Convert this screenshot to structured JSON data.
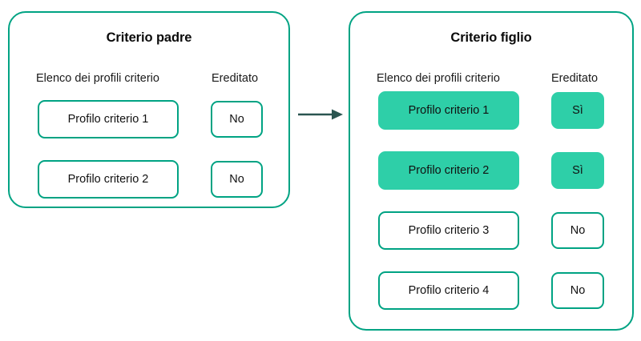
{
  "colors": {
    "outline_green": "#00a383",
    "fill_green": "#2ecfa8",
    "arrow": "#2a5550",
    "text": "#111111",
    "background": "#ffffff"
  },
  "arrow": {
    "name": "inheritance-arrow",
    "direction": "right",
    "from": "Criterio padre",
    "to": "Criterio figlio"
  },
  "panels": [
    {
      "id": "parent",
      "title": "Criterio padre",
      "columns": {
        "profiles": "Elenco dei profili criterio",
        "inherited": "Ereditato"
      },
      "rows": [
        {
          "profile": "Profilo criterio 1",
          "inherited": "No",
          "highlighted": false
        },
        {
          "profile": "Profilo criterio 2",
          "inherited": "No",
          "highlighted": false
        }
      ]
    },
    {
      "id": "child",
      "title": "Criterio figlio",
      "columns": {
        "profiles": "Elenco dei profili criterio",
        "inherited": "Ereditato"
      },
      "rows": [
        {
          "profile": "Profilo criterio 1",
          "inherited": "Sì",
          "highlighted": true
        },
        {
          "profile": "Profilo criterio 2",
          "inherited": "Sì",
          "highlighted": true
        },
        {
          "profile": "Profilo criterio 3",
          "inherited": "No",
          "highlighted": false
        },
        {
          "profile": "Profilo criterio 4",
          "inherited": "No",
          "highlighted": false
        }
      ]
    }
  ]
}
